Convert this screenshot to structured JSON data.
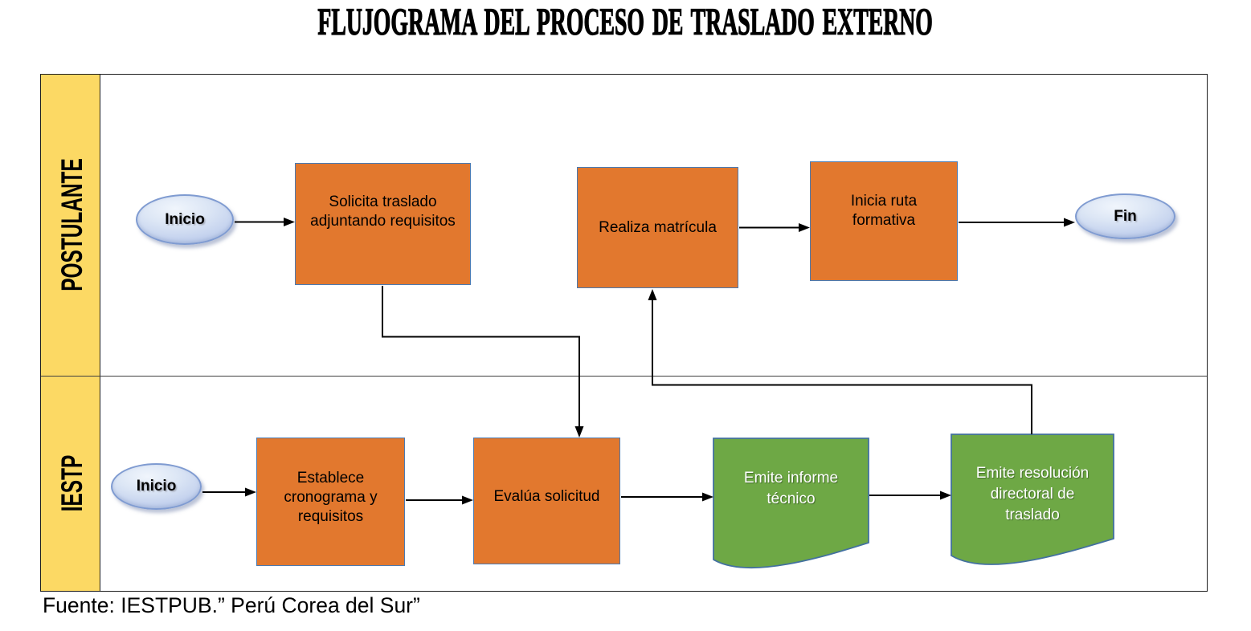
{
  "title": "FLUJOGRAMA DEL PROCESO DE TRASLADO EXTERNO",
  "lanes": [
    {
      "label": "POSTULANTE"
    },
    {
      "label": "IESTP"
    }
  ],
  "nodes": {
    "start_postulante": {
      "type": "terminator",
      "label": "Inicio"
    },
    "solicita": {
      "type": "process",
      "lines": [
        "Solicita traslado",
        "adjuntando requisitos"
      ]
    },
    "realiza": {
      "type": "process",
      "lines": [
        "Realiza matrícula"
      ]
    },
    "inicia": {
      "type": "process",
      "lines": [
        "Inicia ruta",
        "formativa"
      ]
    },
    "fin": {
      "type": "terminator",
      "label": "Fin"
    },
    "start_iestp": {
      "type": "terminator",
      "label": "Inicio"
    },
    "establece": {
      "type": "process",
      "lines": [
        "Establece",
        "cronograma y",
        "requisitos"
      ]
    },
    "evalua": {
      "type": "process",
      "lines": [
        "Evalúa solicitud"
      ]
    },
    "informe": {
      "type": "document",
      "lines": [
        "Emite informe",
        "técnico"
      ]
    },
    "resolucion": {
      "type": "document",
      "lines": [
        "Emite resolución",
        "directoral de",
        "traslado"
      ]
    }
  },
  "footer": {
    "source_note": "Fuente: IESTPUB.” Perú Corea del Sur”"
  },
  "colors": {
    "lane_band": "#fcd964",
    "process_fill": "#e2782e",
    "process_border": "#4a7ab2",
    "document_fill": "#6ea845",
    "document_border": "#43719f",
    "terminator_border": "#7f9bd1",
    "connector": "#000000",
    "table_border": "#1f1f1f"
  }
}
